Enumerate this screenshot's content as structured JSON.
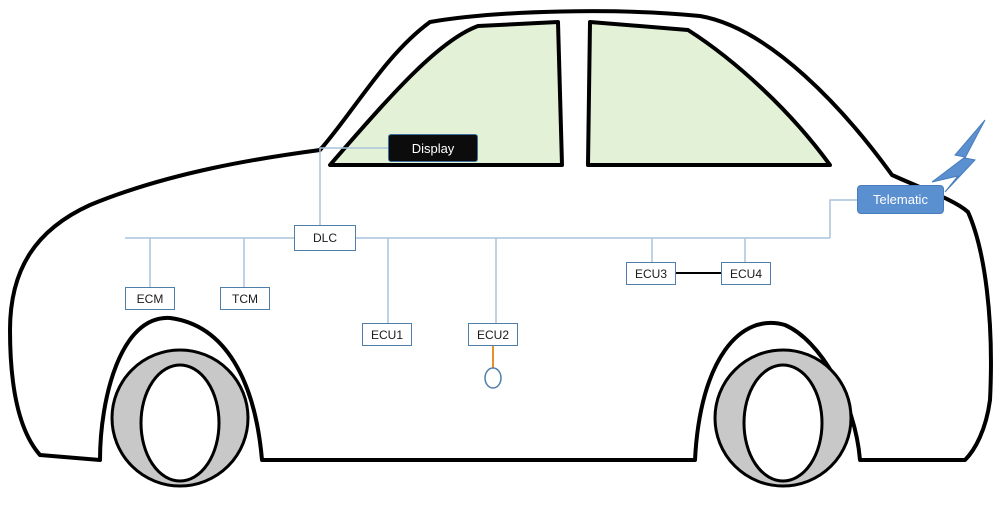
{
  "labels": {
    "display": "Display",
    "telematic": "Telematic",
    "dlc": "DLC",
    "ecm": "ECM",
    "tcm": "TCM",
    "ecu1": "ECU1",
    "ecu2": "ECU2",
    "ecu3": "ECU3",
    "ecu4": "ECU4"
  },
  "colors": {
    "car_outline": "#000000",
    "window_fill": "#e3f2d6",
    "tire": "#c8c8c8",
    "bus_line": "#a9c4dd",
    "box_border": "#4f7ea8",
    "telematic_fill": "#5a8fd0",
    "antenna": "#5a8fd0",
    "sensor_wire": "#e6902a",
    "display_fill": "#0c0c0c"
  },
  "icons": {
    "antenna": "lightning-bolt-icon",
    "sensor": "ellipse-sensor-icon"
  }
}
